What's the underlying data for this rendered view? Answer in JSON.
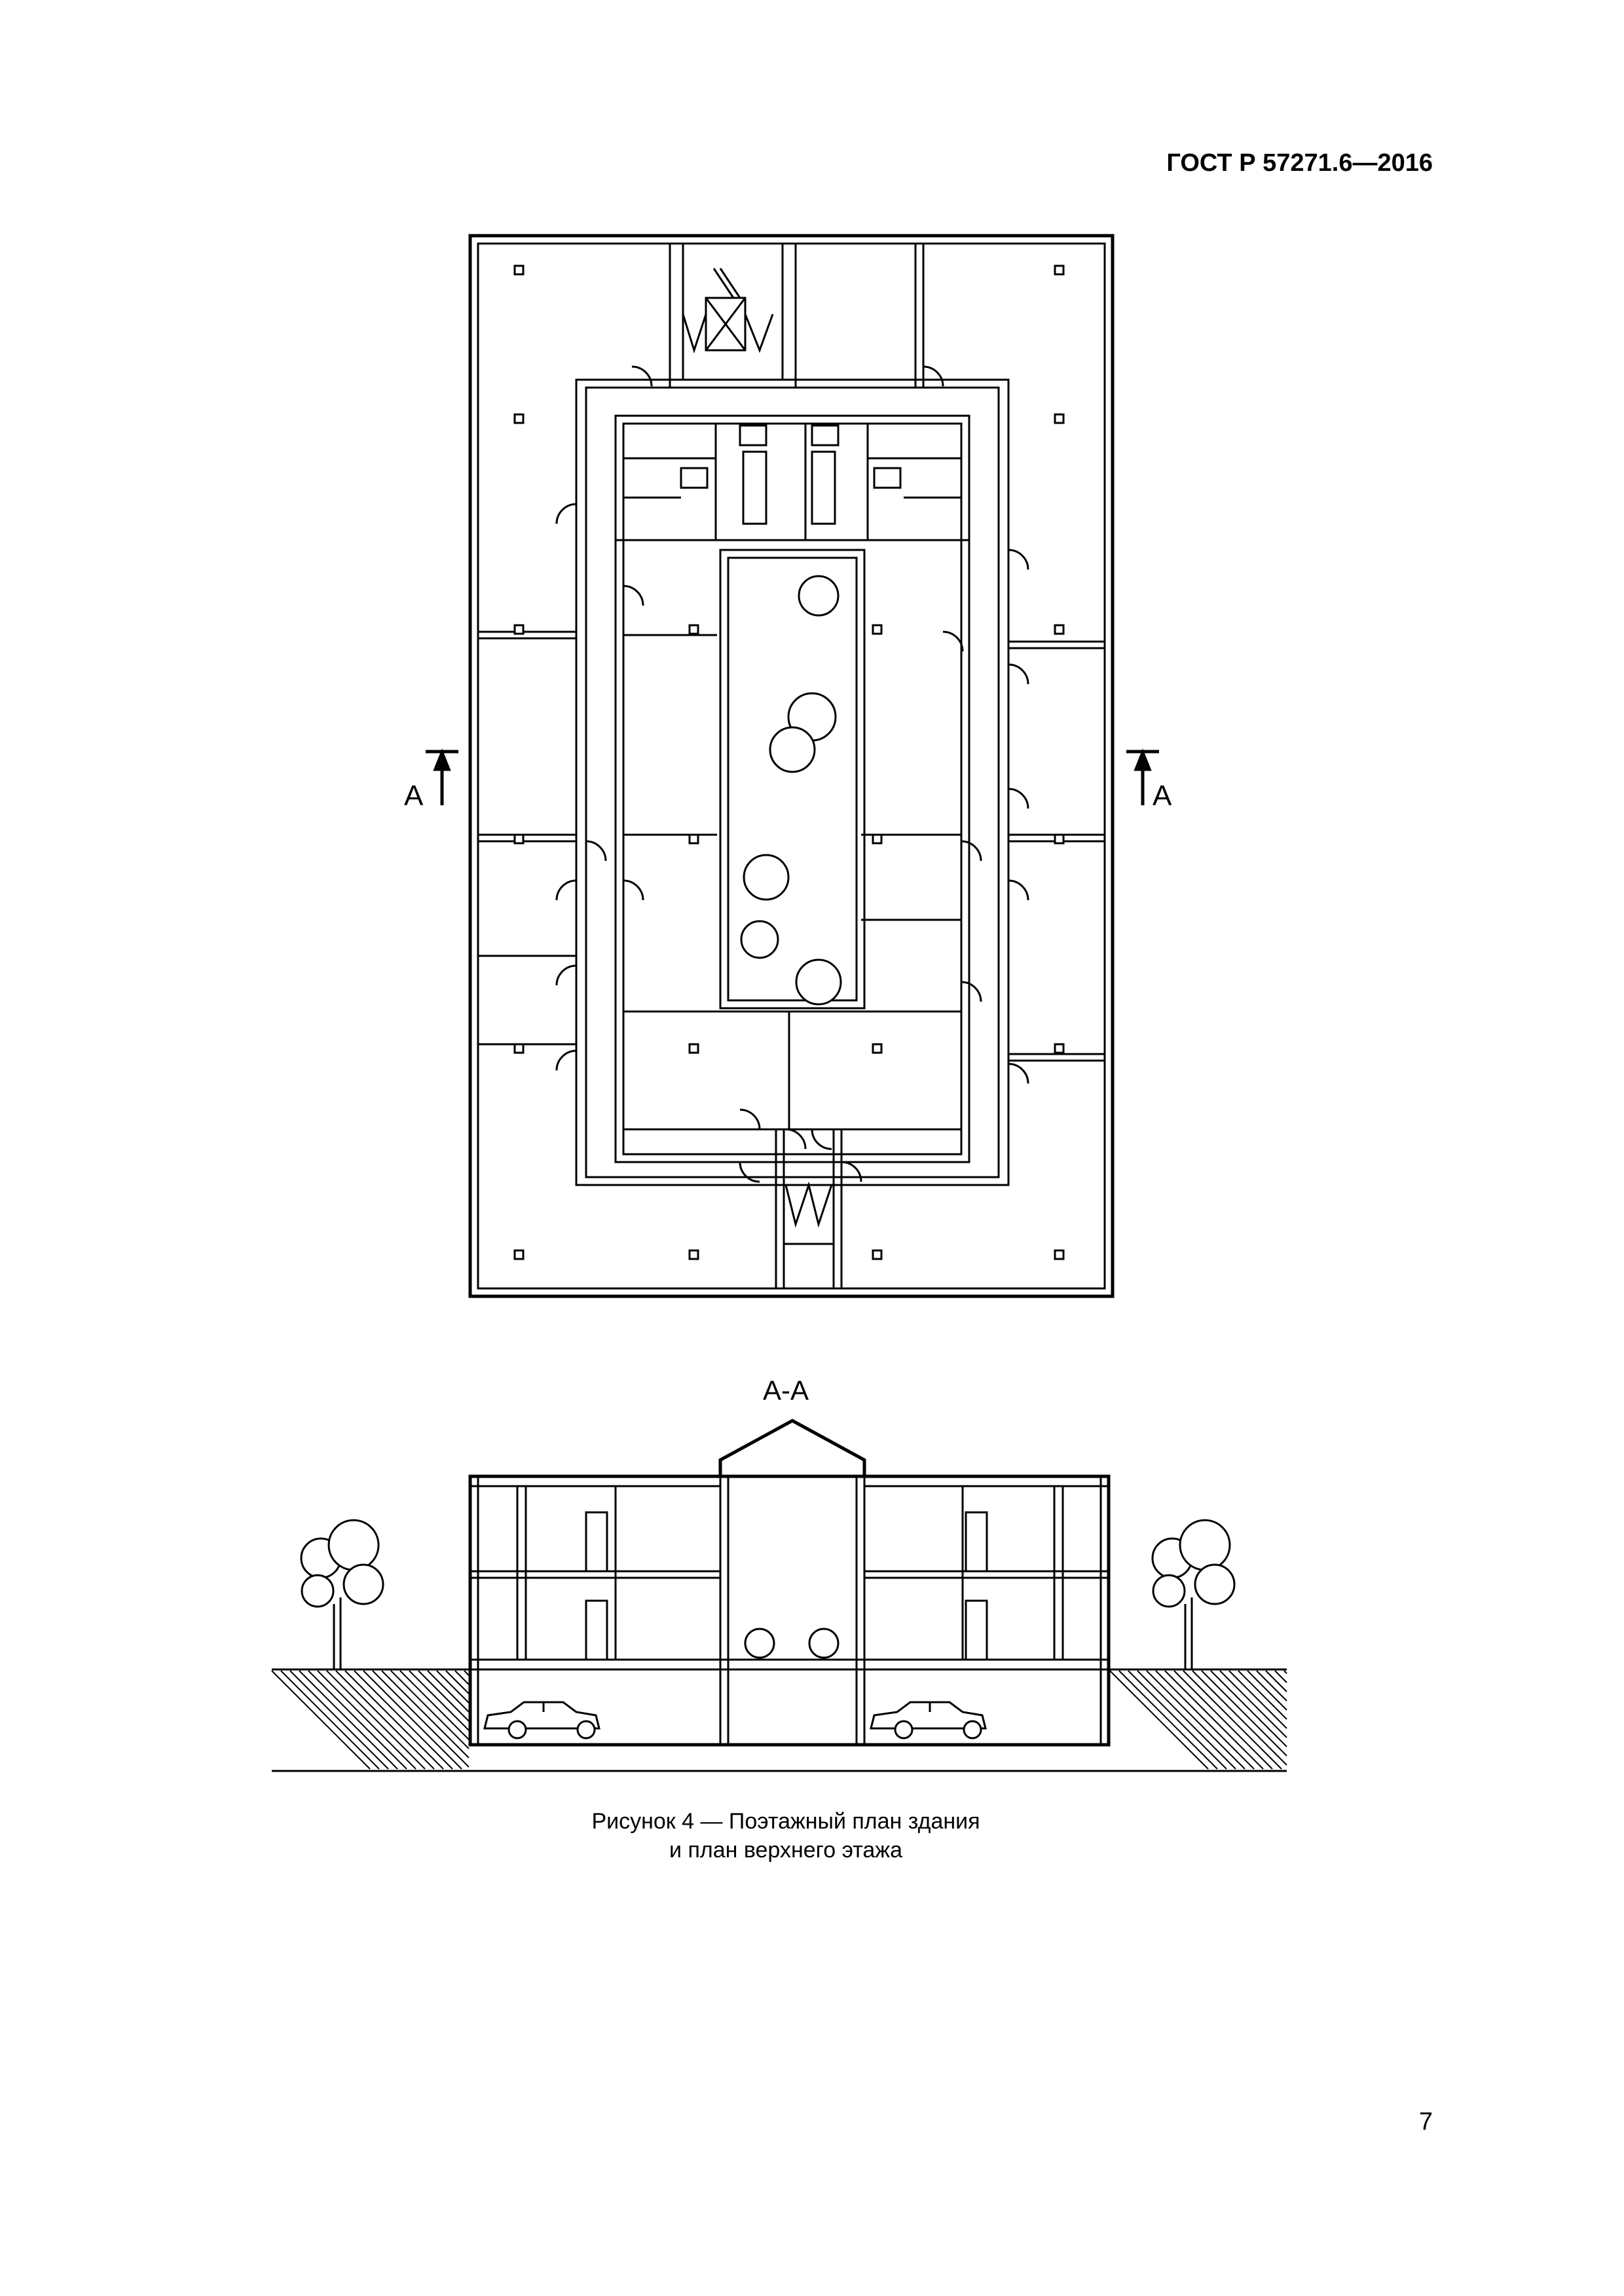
{
  "header": {
    "doc_code": "ГОСТ Р 57271.6—2016"
  },
  "plan": {
    "section_mark_left": "A",
    "section_mark_right": "A"
  },
  "section": {
    "title": "A-A"
  },
  "caption": {
    "line1": "Рисунок 4 — Поэтажный план здания",
    "line2": "и план верхнего этажа"
  },
  "page": {
    "number": "7"
  }
}
